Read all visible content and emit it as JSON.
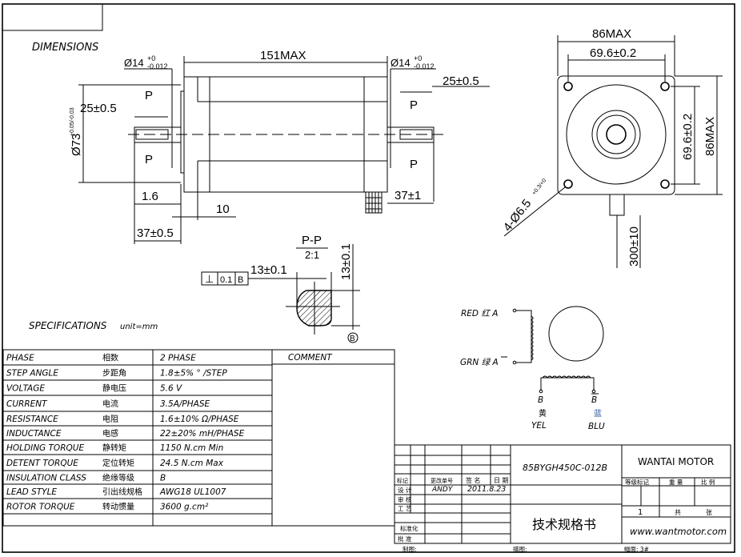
{
  "headings": {
    "dimensions": "DIMENSIONS",
    "specifications": "SPECIFICATIONS",
    "unit": "unit=mm"
  },
  "side_view": {
    "length": "151MAX",
    "shaft_dia_left": "Ø14",
    "shaft_tol_left_upper": "+0",
    "shaft_tol_left_lower": "-0.012",
    "shaft_dia_right": "Ø14",
    "shaft_tol_right_upper": "+0",
    "shaft_tol_right_lower": "-0.012",
    "key_left": "25±0.5",
    "key_right": "25±0.5",
    "pilot_dia": "Ø73",
    "pilot_tol": "+0.05/-0.03",
    "flange_thk": "1.6",
    "boss": "10",
    "shaft_len_left": "37±0.5",
    "shaft_len_right": "37±1",
    "section_mark": "P"
  },
  "front_view": {
    "width": "86MAX",
    "bolt_pitch": "69.6±0.2",
    "bolt_pitch_v": "69.6±0.2",
    "height": "86MAX",
    "holes": "4-Ø6.5",
    "holes_tol": "+0.3/+0",
    "lead_len": "300±10"
  },
  "section": {
    "title": "P-P",
    "scale": "2:1",
    "flat_w": "13±0.1",
    "flat_h": "13±0.1",
    "tol_symbol": "⊥",
    "tol_value": "0.1",
    "tol_datum": "B",
    "datum": "B"
  },
  "wiring": {
    "a_label": "RED 红 A",
    "abar_label": "GRN 绿 A",
    "b_label": "B",
    "b_cn": "黄",
    "b_en": "YEL",
    "bbar_label": "B",
    "bbar_cn": "蓝",
    "bbar_en": "BLU"
  },
  "specs": {
    "comment_header": "COMMENT",
    "rows": [
      {
        "en": "PHASE",
        "cn": "相数",
        "value": "2  PHASE"
      },
      {
        "en": "STEP ANGLE",
        "cn": "步距角",
        "value": "1.8±5% ° /STEP"
      },
      {
        "en": "VOLTAGE",
        "cn": "静电压",
        "value": "5.6 V"
      },
      {
        "en": "CURRENT",
        "cn": "电流",
        "value": "3.5A/PHASE"
      },
      {
        "en": "RESISTANCE",
        "cn": "电阻",
        "value": "1.6±10%  Ω/PHASE"
      },
      {
        "en": "INDUCTANCE",
        "cn": "电感",
        "value": "22±20% mH/PHASE"
      },
      {
        "en": "HOLDING TORQUE",
        "cn": "静转矩",
        "value": "1150  N.cm Min"
      },
      {
        "en": "DETENT TORQUE",
        "cn": "定位转矩",
        "value": "24.5 N.cm Max"
      },
      {
        "en": "INSULATION CLASS",
        "cn": "绝缘等级",
        "value": "B"
      },
      {
        "en": "LEAD STYLE",
        "cn": "引出线规格",
        "value": "AWG18 UL1007"
      },
      {
        "en": "ROTOR TORQUE",
        "cn": "转动惯量",
        "value": "3600 g.cm²"
      }
    ]
  },
  "title_block": {
    "model": "85BYGH450C-012B",
    "company": "WANTAI MOTOR",
    "website": "www.wantmotor.com",
    "doc_title": "技术规格书",
    "col_mark": "标记",
    "col_change": "更改单号",
    "col_sign": "签  名",
    "col_date": "日 期",
    "design": "设    计",
    "designer": "ANDY",
    "date": "2011.8.23",
    "review": "审    核",
    "process": "工    艺",
    "standard": "标准化",
    "approve": "批    准",
    "grade": "等级标记",
    "weight": "重  量",
    "ratio": "比    例",
    "sheet_count": "1",
    "total": "共",
    "sheets": "张",
    "drawn": "制图:",
    "traced": "描图:",
    "format": "幅面: 3#"
  }
}
